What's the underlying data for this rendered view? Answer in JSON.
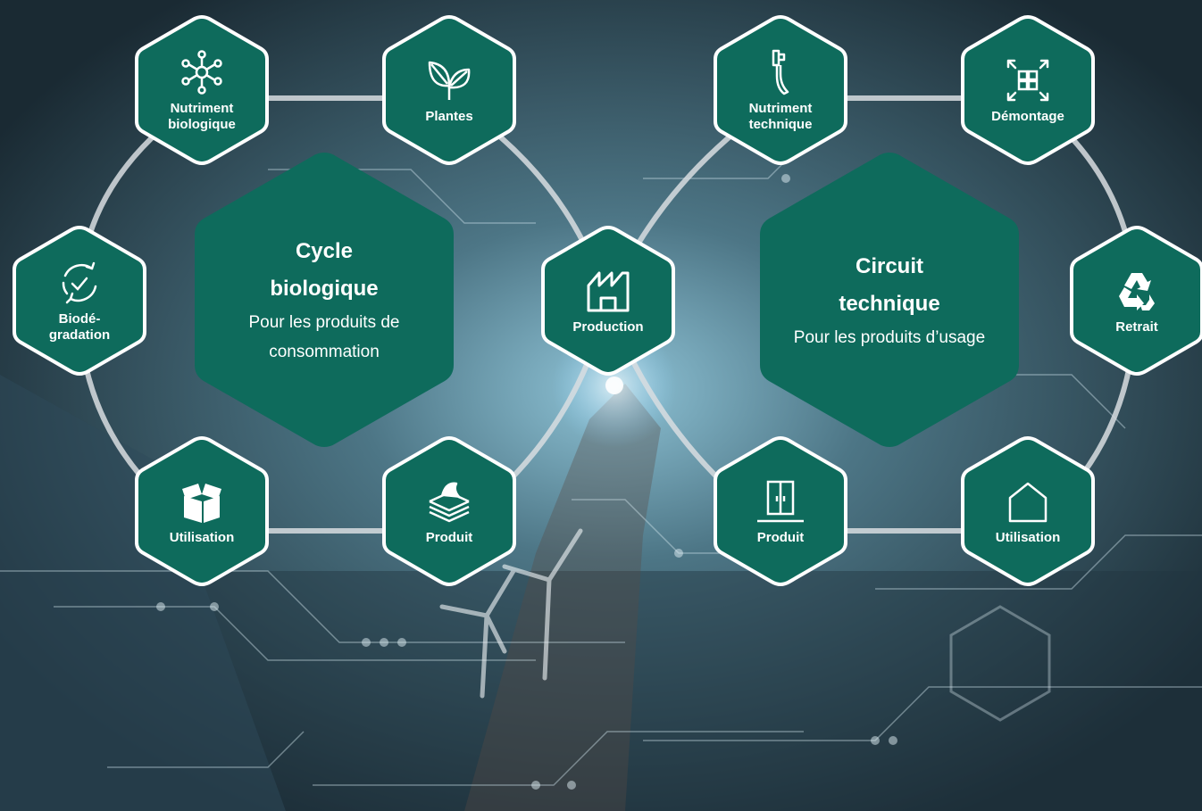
{
  "colors": {
    "hex_fill": "#0e6b5c",
    "hex_stroke": "#ffffff",
    "connector": "#d8dde0",
    "bg_dark": "#15232c",
    "bg_mid": "#3c5a68"
  },
  "biological": {
    "title_line1": "Cycle",
    "title_line2": "biologique",
    "subtitle": "Pour les produits de consommation",
    "nodes": [
      {
        "key": "nutriment",
        "label": "Nutriment biologique",
        "icon": "molecule-icon"
      },
      {
        "key": "plantes",
        "label": "Plantes",
        "icon": "leaves-icon"
      },
      {
        "key": "biodegradation",
        "label": "Biodé-gradation",
        "icon": "recycle-check-icon"
      },
      {
        "key": "utilisation",
        "label": "Utilisation",
        "icon": "box-icon"
      },
      {
        "key": "produit",
        "label": "Produit",
        "icon": "paper-stack-icon"
      }
    ]
  },
  "production": {
    "label": "Production",
    "icon": "factory-icon"
  },
  "technical": {
    "title_line1": "Circuit",
    "title_line2": "technique",
    "subtitle": "Pour les produits d’usage",
    "nodes": [
      {
        "key": "nutriment",
        "label": "Nutriment technique",
        "icon": "door-handle-icon"
      },
      {
        "key": "demontage",
        "label": "Démontage",
        "icon": "disassembly-icon"
      },
      {
        "key": "retrait",
        "label": "Retrait",
        "icon": "recycle-icon"
      },
      {
        "key": "produit",
        "label": "Produit",
        "icon": "door-icon"
      },
      {
        "key": "utilisation",
        "label": "Utilisation",
        "icon": "house-icon"
      }
    ]
  }
}
